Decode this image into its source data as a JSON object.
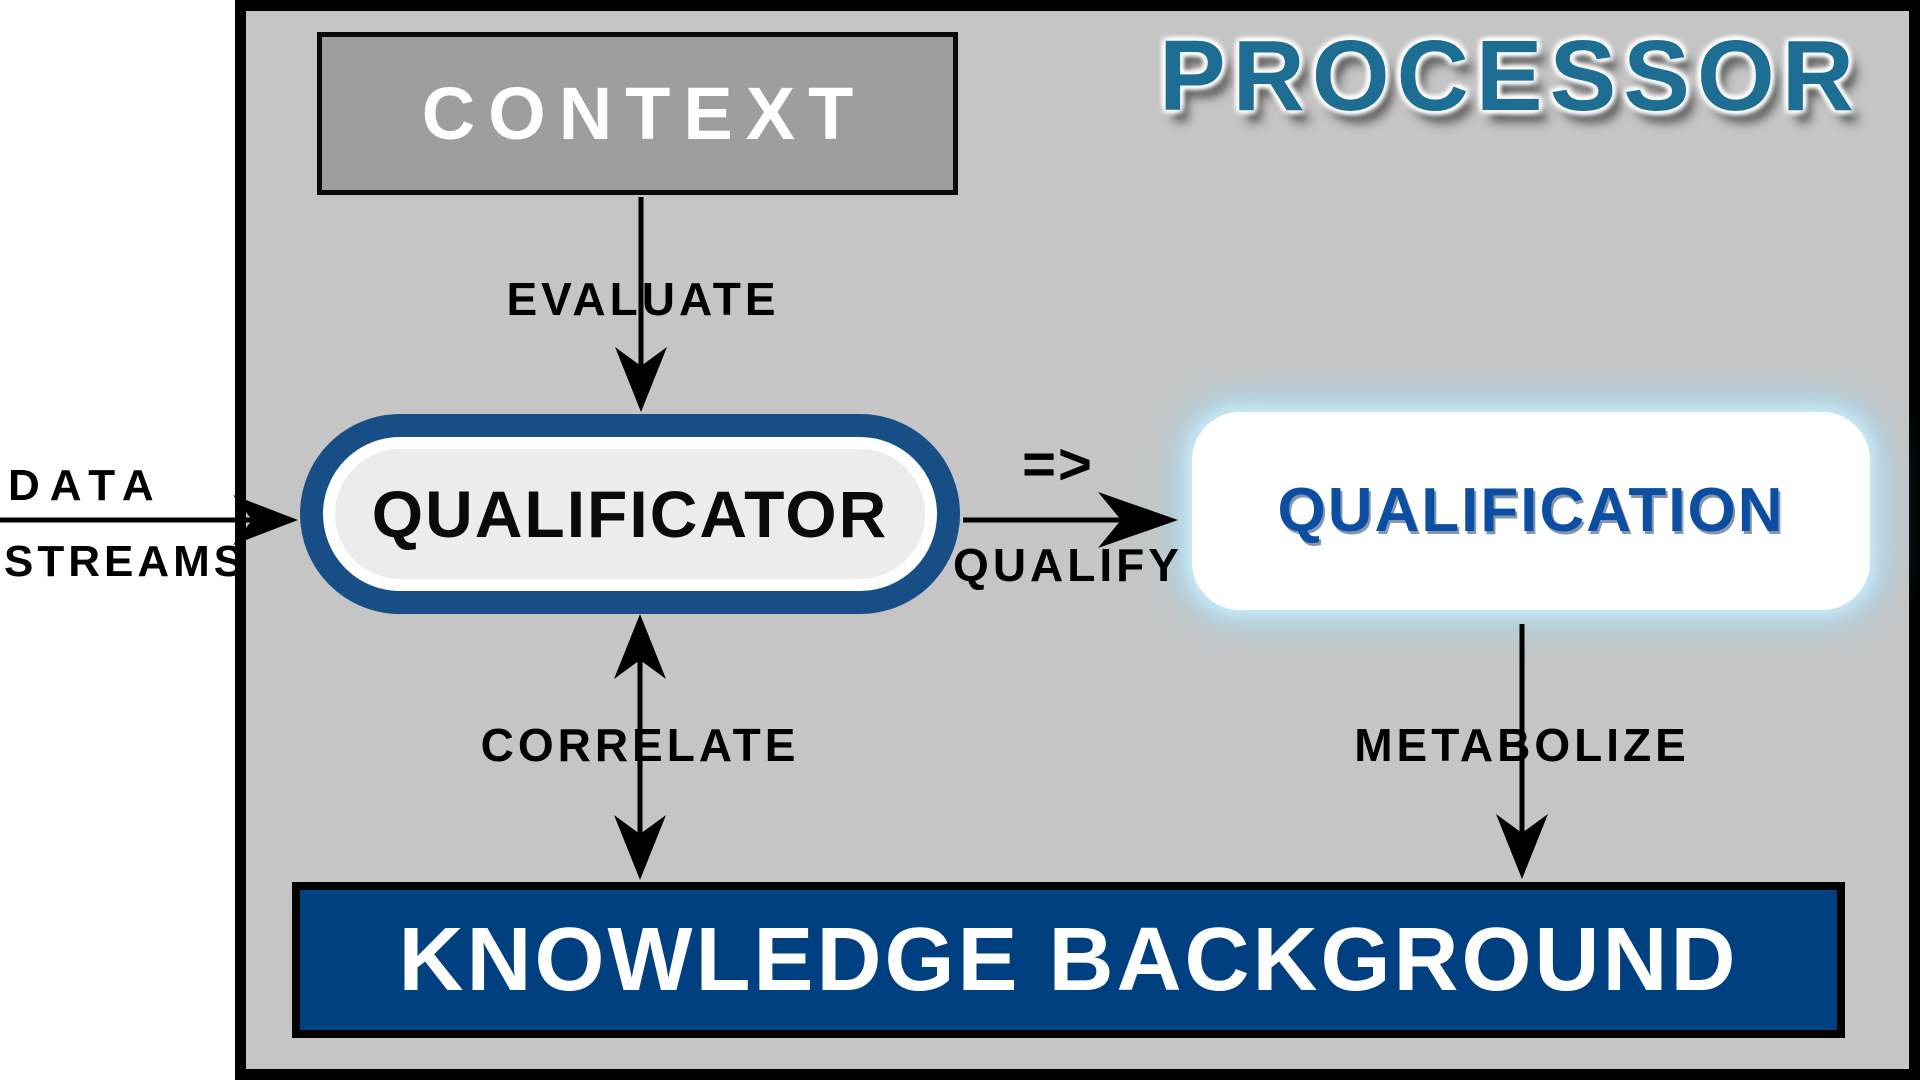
{
  "diagram": {
    "title": "PROCESSOR",
    "input": {
      "line1": "DATA",
      "line2": "STREAMS"
    },
    "nodes": {
      "context": {
        "label": "CONTEXT"
      },
      "qualificator": {
        "label": "QUALIFICATOR"
      },
      "qualification": {
        "label": "QUALIFICATION"
      },
      "knowledge_background": {
        "label": "KNOWLEDGE BACKGROUND"
      }
    },
    "edges": {
      "evaluate": {
        "label": "EVALUATE",
        "from": "CONTEXT",
        "to": "QUALIFICATOR",
        "direction": "down"
      },
      "data_streams": {
        "label": "DATA STREAMS",
        "from": "external",
        "to": "QUALIFICATOR",
        "direction": "right"
      },
      "qualify": {
        "label": "QUALIFY",
        "symbol": "=>",
        "from": "QUALIFICATOR",
        "to": "QUALIFICATION",
        "direction": "right"
      },
      "correlate": {
        "label": "CORRELATE",
        "from": "QUALIFICATOR",
        "to": "KNOWLEDGE BACKGROUND",
        "direction": "both"
      },
      "metabolize": {
        "label": "METABOLIZE",
        "from": "QUALIFICATION",
        "to": "KNOWLEDGE BACKGROUND",
        "direction": "down"
      }
    },
    "colors": {
      "panel_bg": "#c5c5c5",
      "panel_border": "#000000",
      "context_fill": "#9e9e9e",
      "context_text": "#ffffff",
      "processor_text": "#1e6e93",
      "qualificator_border": "#174e86",
      "qualificator_fill": "#ececec",
      "qualificator_text": "#0a0a0a",
      "qualification_fill": "#ffffff",
      "qualification_text": "#0b4ea2",
      "qualification_glow": "#a8d8ee",
      "knowledge_fill": "#004080",
      "knowledge_text": "#ffffff",
      "arrow_color": "#000000"
    }
  }
}
